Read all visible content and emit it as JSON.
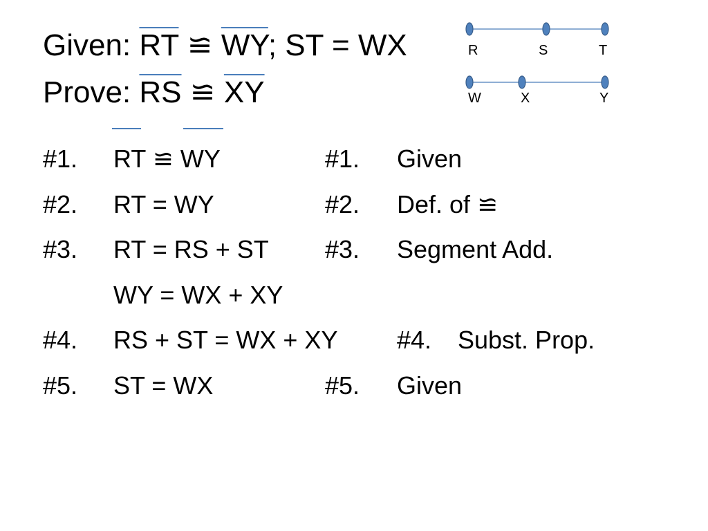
{
  "title": {
    "given_label": "Given:",
    "given_seg1": "RT",
    "given_cong": "≌",
    "given_seg2": "WY",
    "given_rest": "; ST = WX",
    "prove_label": "Prove:",
    "prove_seg1": "RS",
    "prove_cong": "≌",
    "prove_seg2": "XY"
  },
  "diagram": {
    "line1_points": [
      "R",
      "S",
      "T"
    ],
    "line2_points": [
      "W",
      "X",
      "Y"
    ],
    "line_color": "#4a7ebb",
    "point_color": "#4f81bd"
  },
  "proof": [
    {
      "num": "#1.",
      "statement": "RT ≌ WY",
      "reason_num": "#1.",
      "reason": "Given"
    },
    {
      "num": "#2.",
      "statement": "RT = WY",
      "reason_num": "#2.",
      "reason": "Def. of ≌"
    },
    {
      "num": "#3.",
      "statement": "RT = RS + ST",
      "reason_num": "#3.",
      "reason": "Segment Add."
    },
    {
      "num": "",
      "statement": "WY = WX + XY",
      "reason_num": "",
      "reason": ""
    },
    {
      "num": "#4.",
      "statement": "RS + ST = WX + XY",
      "reason_num": "#4.",
      "reason": "Subst. Prop."
    },
    {
      "num": "#5.",
      "statement": "ST = WX",
      "reason_num": "#5.",
      "reason": "Given"
    }
  ]
}
